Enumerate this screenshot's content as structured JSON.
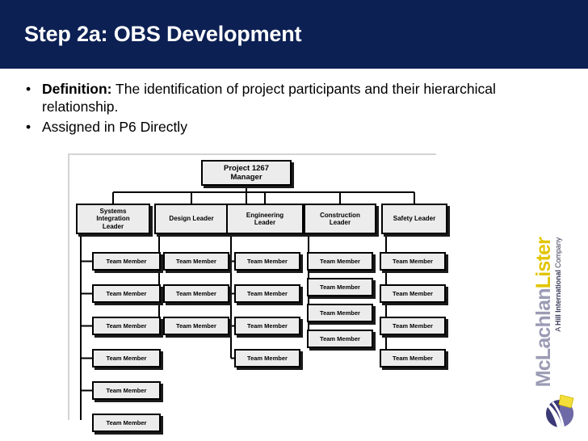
{
  "slide": {
    "title": "Step 2a: OBS Development",
    "title_bar_color": "#0c2053",
    "background_color": "#ffffff"
  },
  "bullets": [
    {
      "marker": "•",
      "lead": "Definition:",
      "text": " The identification of project participants and their hierarchical relationship."
    },
    {
      "marker": "•",
      "lead": "",
      "text": "Assigned in P6 Directly"
    }
  ],
  "org_chart": {
    "member_label": "Team Member",
    "root": {
      "line1": "Project 1267",
      "line2": "Manager"
    },
    "branches": [
      {
        "leader": "Systems Integration Leader",
        "leader_lines": [
          "Systems",
          "Integration",
          "Leader"
        ],
        "member_count": 6
      },
      {
        "leader": "Design Leader",
        "leader_lines": [
          "Design Leader"
        ],
        "member_count": 3
      },
      {
        "leader": "Engineering Leader",
        "leader_lines": [
          "Engineering",
          "Leader"
        ],
        "member_count": 4
      },
      {
        "leader": "Construction Leader",
        "leader_lines": [
          "Construction",
          "Leader"
        ],
        "member_count": 4
      },
      {
        "leader": "Safety Leader",
        "leader_lines": [
          "Safety Leader"
        ],
        "member_count": 4
      }
    ],
    "node_fill": "#ececec",
    "node_border": "#000000"
  },
  "logo": {
    "name_part1": "McLachlan",
    "name_part2": "Lister",
    "tagline_prefix": "A ",
    "tagline_bold": "Hill International",
    "tagline_suffix": " Company",
    "color_primary": "#9b9bb5",
    "color_accent": "#e2c500",
    "mark_name": "mclachlan-lister-sphere-mark"
  }
}
